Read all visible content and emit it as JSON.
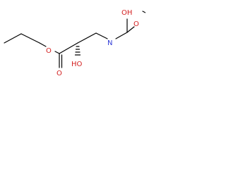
{
  "molecule": {
    "labels": {
      "carbamate_oh": "OH",
      "carbamate_o": "O",
      "amine_n": "N",
      "ester_o": "O",
      "carbonyl_o": "O",
      "hydroxyl": "HO"
    },
    "colors": {
      "bond": "#000000",
      "nitrogen": "#2f3ad6",
      "oxygen": "#d32020"
    }
  }
}
